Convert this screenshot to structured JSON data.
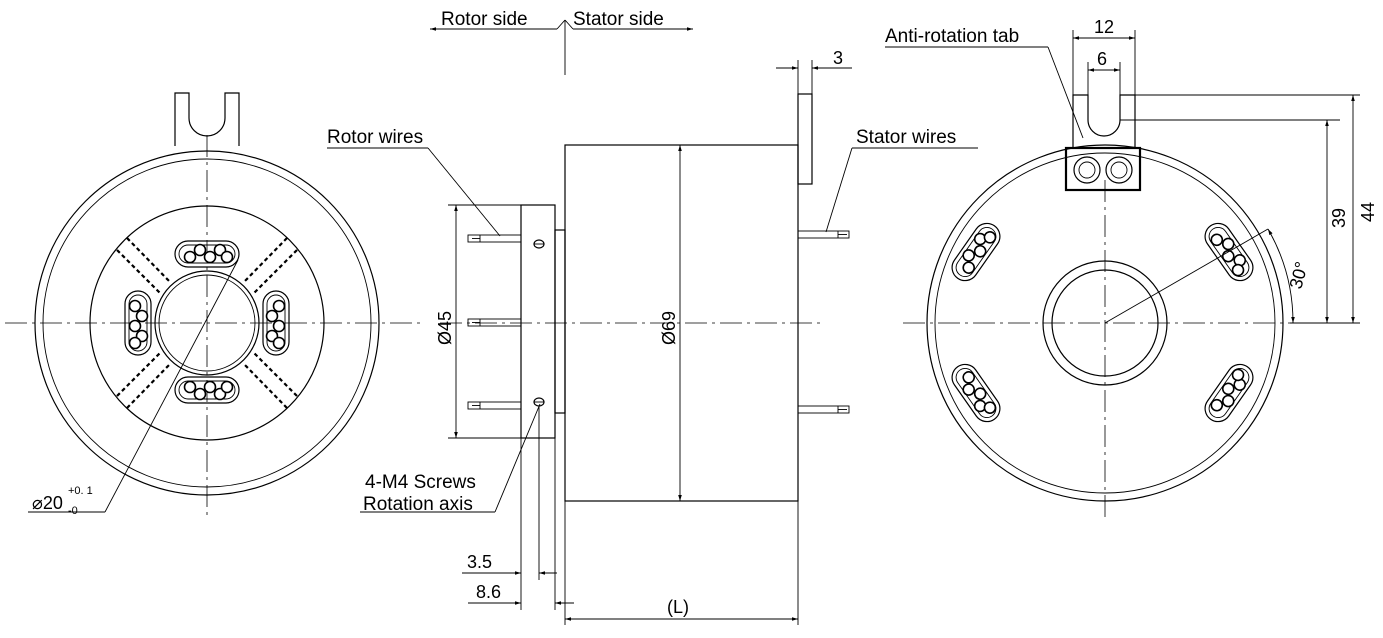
{
  "labels": {
    "rotor_side": "Rotor side",
    "stator_side": "Stator side",
    "anti_rotation_tab": "Anti-rotation tab",
    "rotor_wires": "Rotor wires",
    "stator_wires": "Stator wires",
    "screws": "4-M4 Screws",
    "rotation_axis": "Rotation axis"
  },
  "dimensions": {
    "bore": "⌀20",
    "bore_tol_upper": "+0. 1",
    "bore_tol_lower": "-0",
    "tab_thickness": "3",
    "flange_dia": "Ø45",
    "body_dia": "Ø69",
    "offset_a": "3.5",
    "offset_b": "8.6",
    "length": "(L)",
    "tab_width": "12",
    "tab_slot": "6",
    "tab_height_a": "39",
    "tab_height_b": "44",
    "angle": "30°"
  }
}
